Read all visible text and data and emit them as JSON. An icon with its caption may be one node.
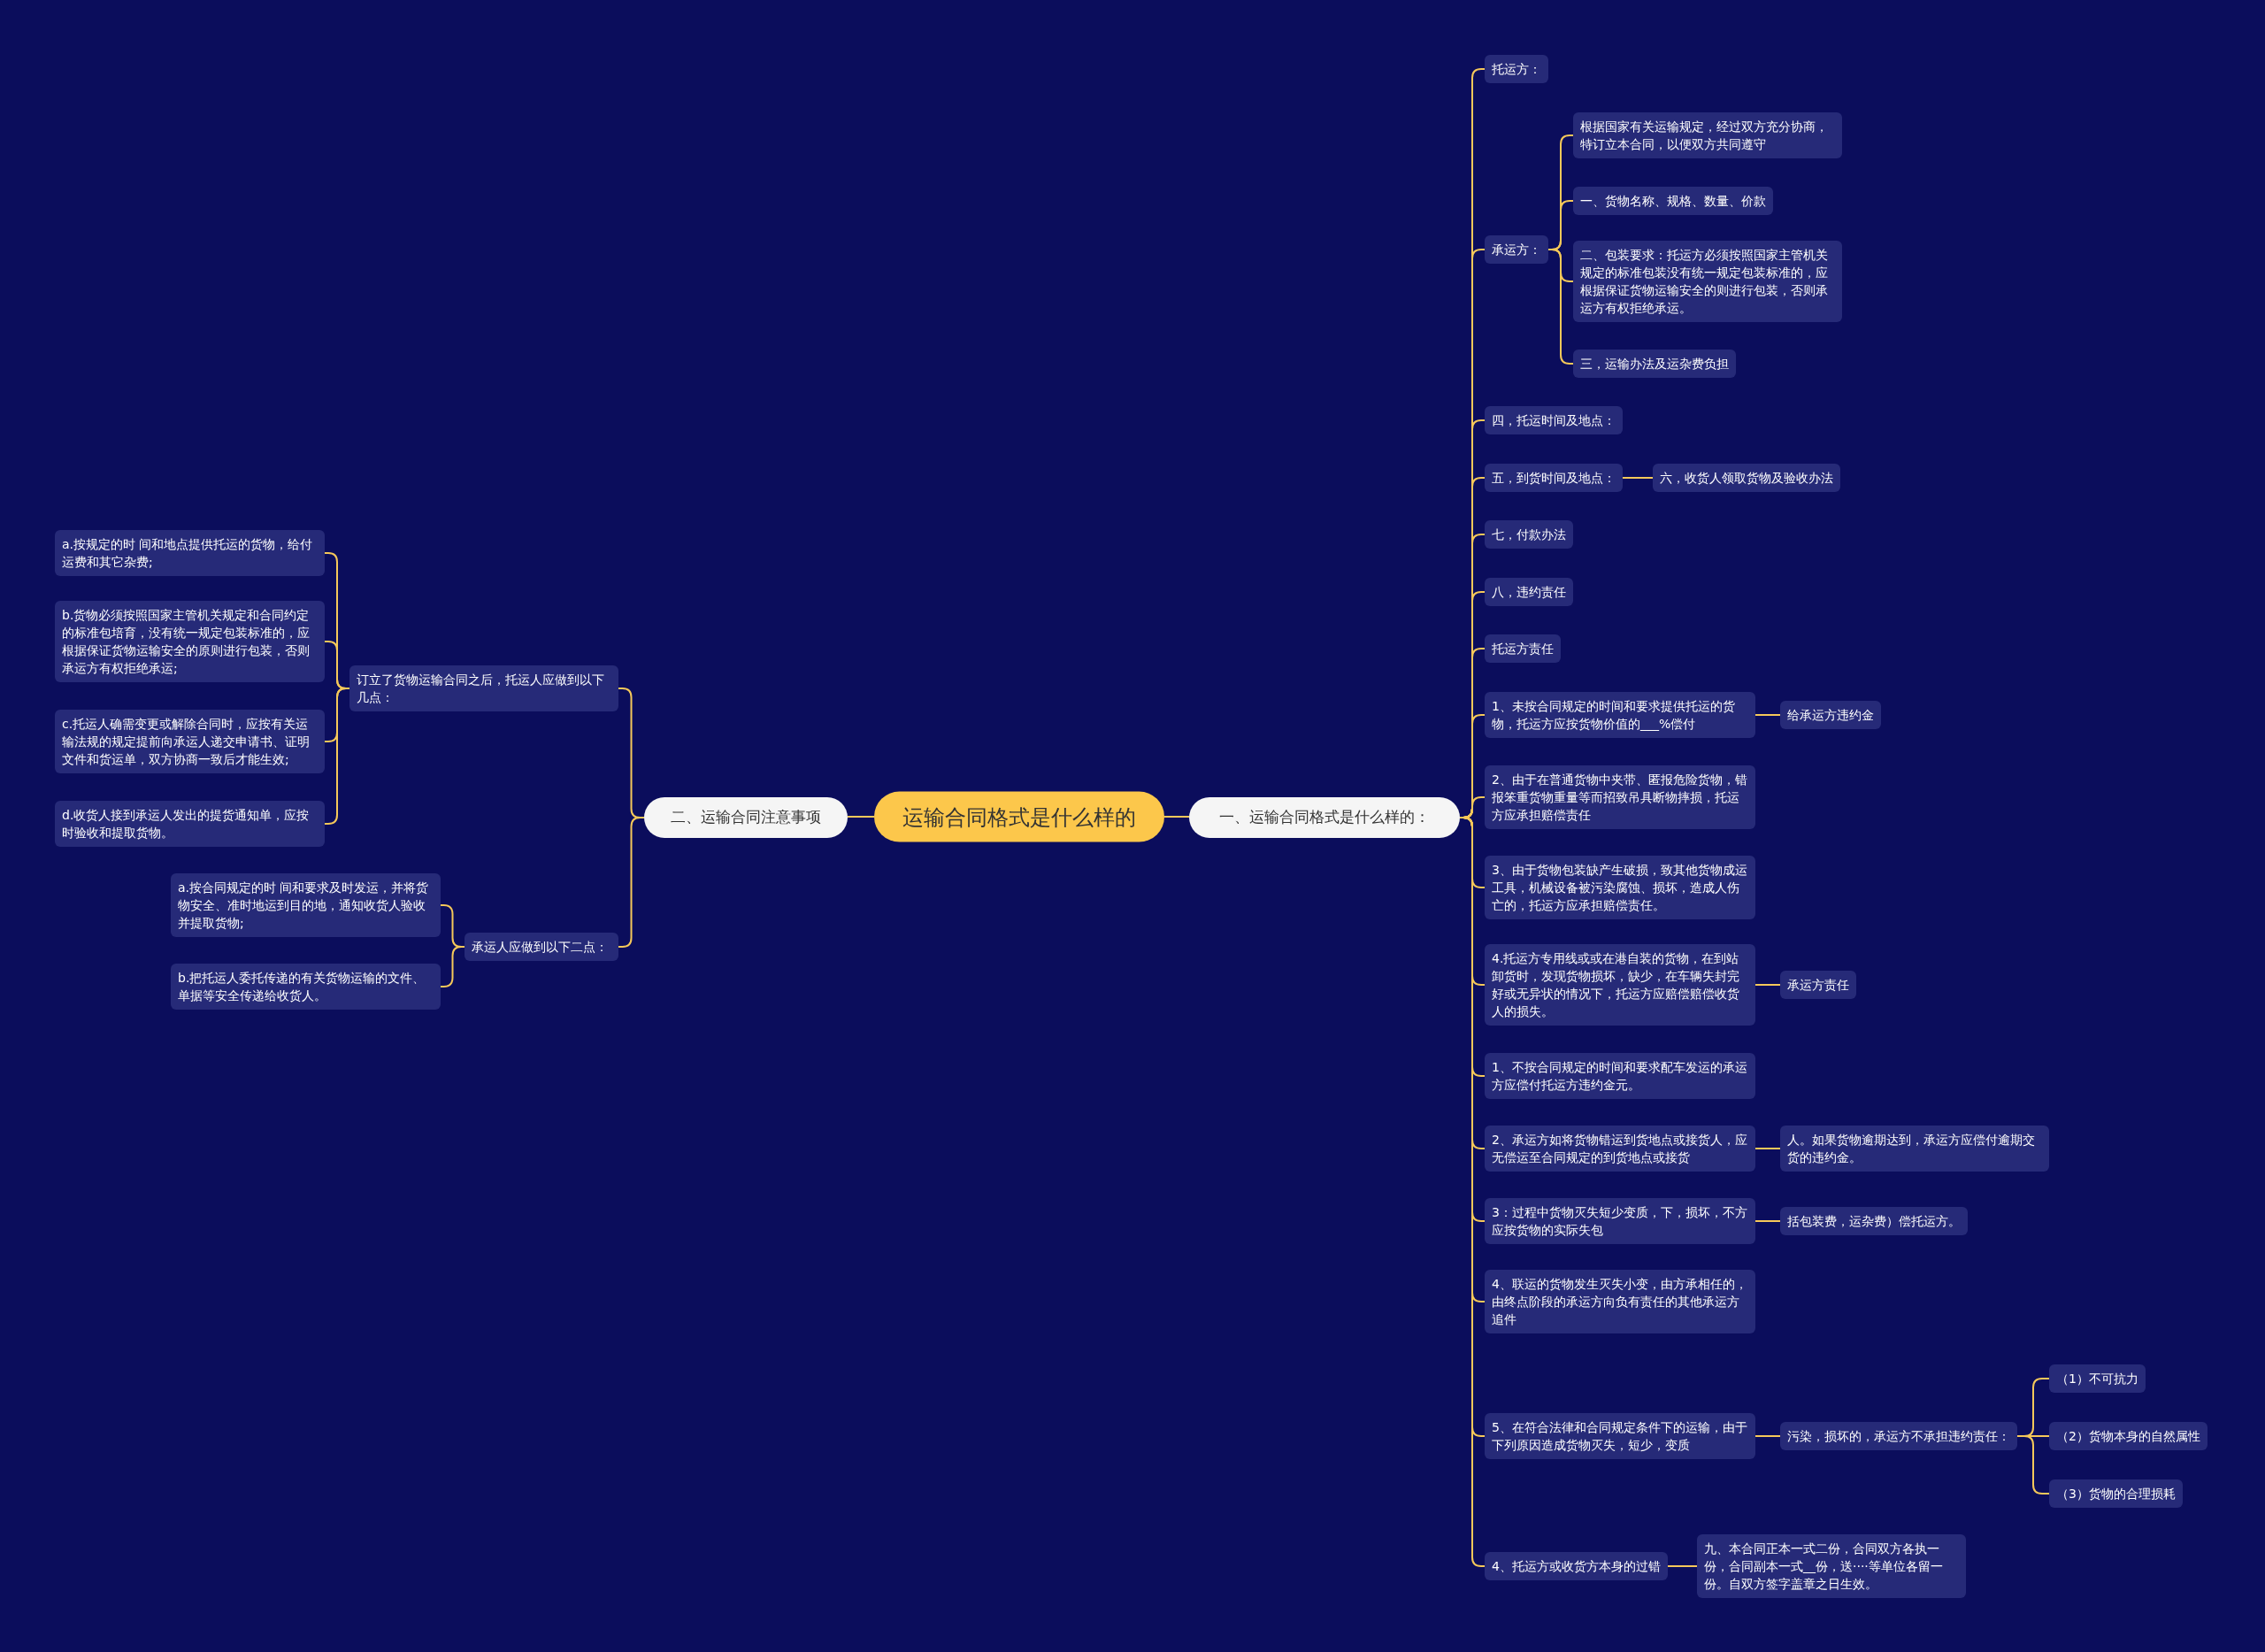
{
  "diagram": {
    "nodes": [
      {
        "text": [
          "运输合同格式是什么样的"
        ]
      },
      {
        "text": [
          "一、运输合同格式是什么样的："
        ]
      },
      {
        "text": [
          "二、运输合同注意事项"
        ]
      },
      {
        "text": [
          "订立了货物运输合同之后，托运人应做到以下几点："
        ]
      },
      {
        "text": [
          "a.按规定的时 间和地点提供托运的货物，给付运费和其它杂费;"
        ]
      },
      {
        "text": [
          "b.货物必须按照国家主管机关规定和合同约定的标准包培育，没有统一规定包装标准的，应根据保证货物运输安全的原则进行包装，否则承运方有权拒绝承运;"
        ]
      },
      {
        "text": [
          "c.托运人确需变更或解除合同时，应按有关运输法规的规定提前向承运人递交申请书、证明文件和货运单，双方协商一致后才能生效;"
        ]
      },
      {
        "text": [
          "d.收货人接到承运人发出的提货通知单，应按时验收和提取货物。"
        ]
      },
      {
        "text": [
          "承运人应做到以下二点："
        ]
      },
      {
        "text": [
          "a.按合同规定的时 间和要求及时发运，并将货物安全、准时地运到目的地，通知收货人验收并提取货物;"
        ]
      },
      {
        "text": [
          "b.把托运人委托传递的有关货物运输的文件、单据等安全传递给收货人。"
        ]
      },
      {
        "text": [
          "托运方："
        ]
      },
      {
        "text": [
          "承运方："
        ]
      },
      {
        "text": [
          "根据国家有关运输规定，经过双方充分协商，特订立本合同，以便双方共同遵守"
        ]
      },
      {
        "text": [
          "一、货物名称、规格、数量、价款"
        ]
      },
      {
        "text": [
          "二、包装要求：托运方必须按照国家主管机关规定的标准包装没有统一规定包装标准的，应根据保证货物运输安全的则进行包装，否则承运方有权拒绝承运。"
        ]
      },
      {
        "text": [
          "三，运输办法及运杂费负担"
        ]
      },
      {
        "text": [
          "四，托运时间及地点："
        ]
      },
      {
        "text": [
          "五，到货时间及地点："
        ]
      },
      {
        "text": [
          "六，收货人领取货物及验收办法"
        ]
      },
      {
        "text": [
          "七，付款办法"
        ]
      },
      {
        "text": [
          "八，违约责任"
        ]
      },
      {
        "text": [
          "托运方责任"
        ]
      },
      {
        "text": [
          "1、未按合同规定的时间和要求提供托运的货物，托运方应按货物价值的___%偿付"
        ]
      },
      {
        "text": [
          "给承运方违约金"
        ]
      },
      {
        "text": [
          "2、由于在普通货物中夹带、匿报危险货物，错报笨重货物重量等而招致吊具断物摔损，托运方应承担赔偿责任"
        ]
      },
      {
        "text": [
          "3、由于货物包装缺产生破损，致其他货物成运工具，机械设备被污染腐蚀、损坏，造成人伤亡的，托运方应承担赔偿责任。"
        ]
      },
      {
        "text": [
          "4.托运方专用线或或在港自装的货物，在到站卸货时，发现货物损坏，缺少，在车辆失封完好或无异状的情况下，托运方应赔偿赔偿收货人的损失。"
        ]
      },
      {
        "text": [
          "承运方责任"
        ]
      },
      {
        "text": [
          "1、不按合同规定的时间和要求配车发运的承运方应偿付托运方违约金元。"
        ]
      },
      {
        "text": [
          "2、承运方如将货物错运到货地点或接货人，应无偿运至合同规定的到货地点或接货"
        ]
      },
      {
        "text": [
          "人。如果货物逾期达到，承运方应偿付逾期交货的违约金。"
        ]
      },
      {
        "text": [
          "3：过程中货物灭失短少变质，下，损坏，不方应按货物的实际失包"
        ]
      },
      {
        "text": [
          "括包装费，运杂费）偿托运方。"
        ]
      },
      {
        "text": [
          "4、联运的货物发生灭失小变，由方承相任的，由终点阶段的承运方向负有责任的其他承运方追件"
        ]
      },
      {
        "text": [
          "5、在符合法律和合同规定条件下的运输，由于下列原因造成货物灭失，短少，变质"
        ]
      },
      {
        "text": [
          "污染，损坏的，承运方不承担违约责任："
        ]
      },
      {
        "text": [
          "（1）不可抗力"
        ]
      },
      {
        "text": [
          "（2）货物本身的自然属性"
        ]
      },
      {
        "text": [
          "（3）货物的合理损耗"
        ]
      },
      {
        "text": [
          "4、托运方或收货方本身的过错"
        ]
      },
      {
        "text": [
          "九、本合同正本一式二份，合同双方各执一份，合同副本一式__份，送····等单位各留一份。自双方签字盖章之日生效。"
        ]
      }
    ],
    "edges": [
      {
        "from": 0,
        "to": 1,
        "arrow": "none"
      },
      {
        "from": 0,
        "to": 2,
        "arrow": "none"
      },
      {
        "from": 2,
        "to": 3,
        "arrow": "none"
      },
      {
        "from": 3,
        "to": 4,
        "arrow": "none"
      },
      {
        "from": 3,
        "to": 5,
        "arrow": "none"
      },
      {
        "from": 3,
        "to": 6,
        "arrow": "none"
      },
      {
        "from": 3,
        "to": 7,
        "arrow": "none"
      },
      {
        "from": 2,
        "to": 8,
        "arrow": "none"
      },
      {
        "from": 8,
        "to": 9,
        "arrow": "none"
      },
      {
        "from": 8,
        "to": 10,
        "arrow": "none"
      },
      {
        "from": 1,
        "to": 11,
        "arrow": "none"
      },
      {
        "from": 1,
        "to": 12,
        "arrow": "none"
      },
      {
        "from": 12,
        "to": 13,
        "arrow": "none"
      },
      {
        "from": 12,
        "to": 14,
        "arrow": "none"
      },
      {
        "from": 12,
        "to": 15,
        "arrow": "none"
      },
      {
        "from": 12,
        "to": 16,
        "arrow": "none"
      },
      {
        "from": 1,
        "to": 17,
        "arrow": "none"
      },
      {
        "from": 1,
        "to": 18,
        "arrow": "none"
      },
      {
        "from": 18,
        "to": 19,
        "arrow": "none"
      },
      {
        "from": 1,
        "to": 20,
        "arrow": "none"
      },
      {
        "from": 1,
        "to": 21,
        "arrow": "none"
      },
      {
        "from": 1,
        "to": 22,
        "arrow": "none"
      },
      {
        "from": 1,
        "to": 23,
        "arrow": "none"
      },
      {
        "from": 23,
        "to": 24,
        "arrow": "none"
      },
      {
        "from": 1,
        "to": 25,
        "arrow": "none"
      },
      {
        "from": 1,
        "to": 26,
        "arrow": "none"
      },
      {
        "from": 1,
        "to": 27,
        "arrow": "none"
      },
      {
        "from": 27,
        "to": 28,
        "arrow": "none"
      },
      {
        "from": 1,
        "to": 29,
        "arrow": "none"
      },
      {
        "from": 1,
        "to": 30,
        "arrow": "none"
      },
      {
        "from": 30,
        "to": 31,
        "arrow": "none"
      },
      {
        "from": 1,
        "to": 32,
        "arrow": "none"
      },
      {
        "from": 32,
        "to": 33,
        "arrow": "none"
      },
      {
        "from": 1,
        "to": 34,
        "arrow": "none"
      },
      {
        "from": 1,
        "to": 35,
        "arrow": "none"
      },
      {
        "from": 35,
        "to": 36,
        "arrow": "none"
      },
      {
        "from": 36,
        "to": 37,
        "arrow": "none"
      },
      {
        "from": 36,
        "to": 38,
        "arrow": "none"
      },
      {
        "from": 36,
        "to": 39,
        "arrow": "none"
      },
      {
        "from": 1,
        "to": 40,
        "arrow": "none"
      },
      {
        "from": 40,
        "to": 41,
        "arrow": "none"
      }
    ]
  }
}
